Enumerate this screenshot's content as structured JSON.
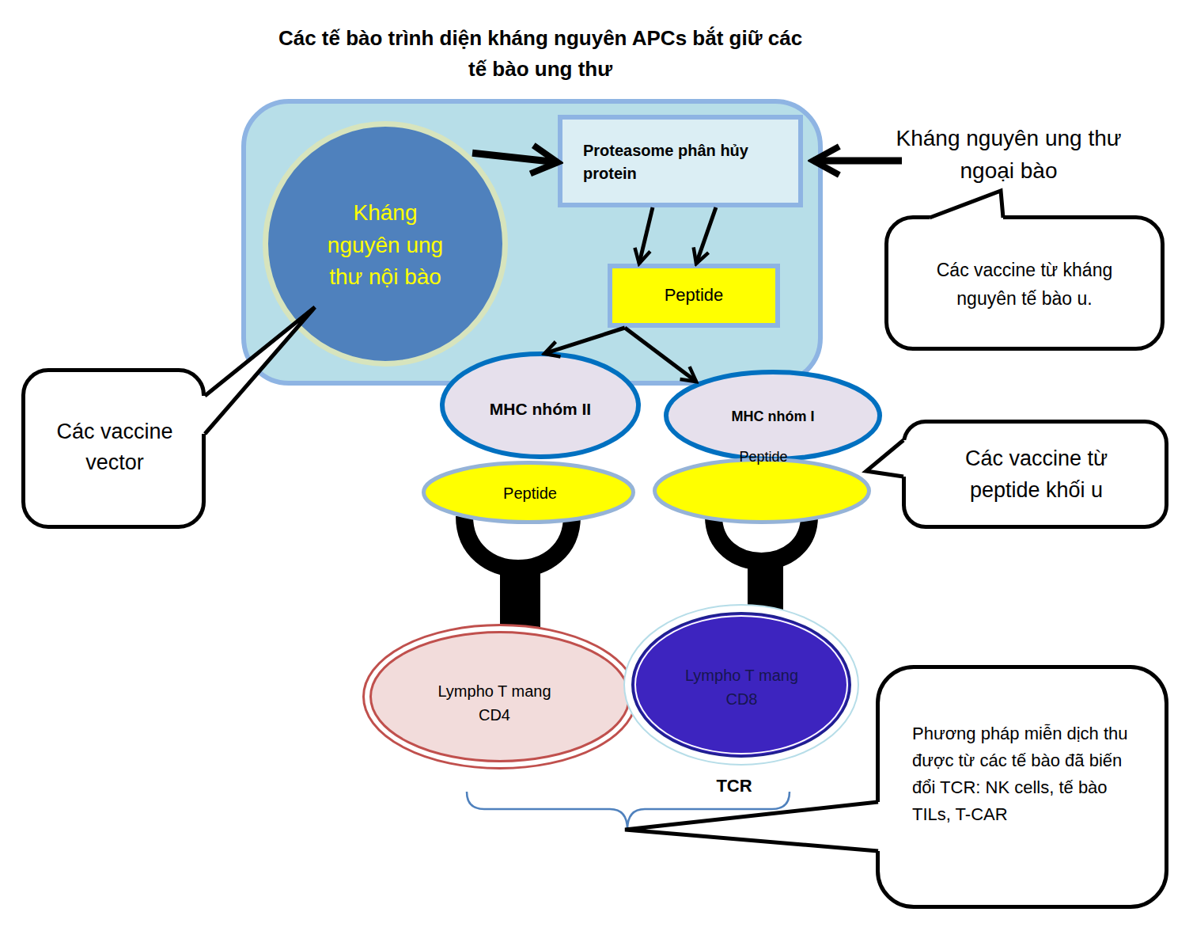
{
  "diagram": {
    "nodes": [
      {
        "text": [
          "Các tế bào trình diện kháng nguyên APCs bắt giữ các tế bào ung thư"
        ]
      },
      {
        "text": [
          "Kháng nguyên ung thư nội bào"
        ],
        "in": 0
      },
      {
        "text": [
          "Proteasome phân hủy protein"
        ],
        "in": 0
      },
      {
        "text": [
          "Peptide"
        ],
        "in": 0
      },
      {
        "text": [
          "Các vaccine từ kháng nguyên tế bào u."
        ]
      },
      {
        "text": [
          "MHC nhóm II"
        ]
      },
      {
        "text": [
          "MHC nhóm I"
        ]
      },
      {
        "text": [
          "Peptide"
        ]
      },
      {
        "text": [
          "Peptide"
        ]
      },
      {
        "text": [
          "Các vaccine vector"
        ]
      },
      {
        "text": [
          "Các vaccine từ peptide khối u"
        ]
      },
      {
        "text": [
          "Lympho T mang CD4"
        ]
      },
      {
        "text": [
          "Lympho T mang CD8"
        ]
      },
      {
        "text": [
          "Phương pháp miễn dịch thu được từ các tế bào đã biến đổi TCR: NK cells, tế bào TILs, T-CAR"
        ]
      }
    ],
    "edges": [
      {
        "from": 1,
        "to": 2,
        "arrow": "to"
      },
      {
        "from": 2,
        "to": 3,
        "arrow": "to"
      },
      {
        "from": 2,
        "to": 3,
        "arrow": "to"
      },
      {
        "from": 3,
        "to": 5,
        "arrow": "to"
      },
      {
        "from": 3,
        "to": 6,
        "arrow": "to"
      }
    ],
    "labels": [
      "Kháng nguyên ung thư ngoại bào",
      "TCR"
    ]
  }
}
